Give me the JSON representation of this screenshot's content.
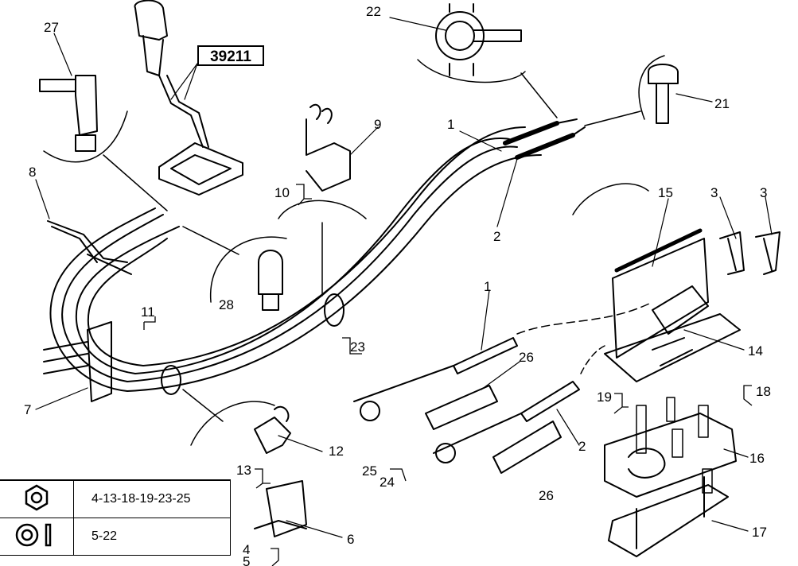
{
  "reference_box": "39211",
  "callouts": [
    {
      "id": "c27",
      "text": "27"
    },
    {
      "id": "c22",
      "text": "22"
    },
    {
      "id": "c21",
      "text": "21"
    },
    {
      "id": "c8",
      "text": "8"
    },
    {
      "id": "c9",
      "text": "9"
    },
    {
      "id": "c10",
      "text": "10"
    },
    {
      "id": "c1a",
      "text": "1"
    },
    {
      "id": "c2a",
      "text": "2"
    },
    {
      "id": "c15",
      "text": "15"
    },
    {
      "id": "c3a",
      "text": "3"
    },
    {
      "id": "c3b",
      "text": "3"
    },
    {
      "id": "c28",
      "text": "28"
    },
    {
      "id": "c11",
      "text": "11"
    },
    {
      "id": "c7",
      "text": "7"
    },
    {
      "id": "c23",
      "text": "23"
    },
    {
      "id": "c1b",
      "text": "1"
    },
    {
      "id": "c26a",
      "text": "26"
    },
    {
      "id": "c14",
      "text": "14"
    },
    {
      "id": "c19",
      "text": "19"
    },
    {
      "id": "c18",
      "text": "18"
    },
    {
      "id": "c12",
      "text": "12"
    },
    {
      "id": "c13",
      "text": "13"
    },
    {
      "id": "c25",
      "text": "25"
    },
    {
      "id": "c24",
      "text": "24"
    },
    {
      "id": "c2b",
      "text": "2"
    },
    {
      "id": "c26b",
      "text": "26"
    },
    {
      "id": "c16",
      "text": "16"
    },
    {
      "id": "c6",
      "text": "6"
    },
    {
      "id": "c17",
      "text": "17"
    },
    {
      "id": "c4",
      "text": "4"
    },
    {
      "id": "c5",
      "text": "5"
    }
  ],
  "legend": [
    {
      "icon": "nut-icon",
      "value": "4-13-18-19-23-25"
    },
    {
      "icon": "washer-icon",
      "value": "5-22"
    }
  ]
}
